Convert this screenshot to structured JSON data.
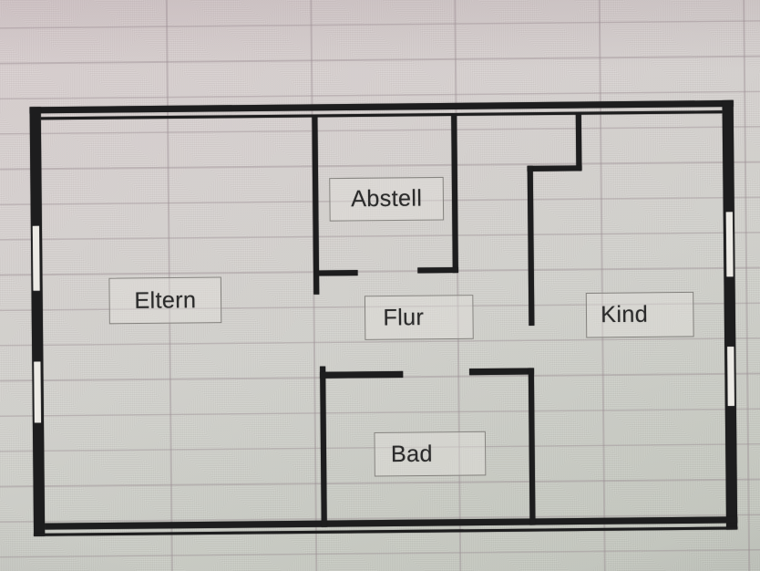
{
  "meta": {
    "description": "Photograph of a screen showing a simple floor plan drawn over a spreadsheet grid"
  },
  "colors": {
    "wall": "#1d1d1e",
    "grid_line": "rgba(150,136,142,0.42)",
    "label_border": "#85837f",
    "label_fill": "rgba(226,224,219,0.45)",
    "label_text": "#2b2b2b"
  },
  "rooms": [
    {
      "id": "eltern",
      "label": "Eltern"
    },
    {
      "id": "abstell",
      "label": "Abstell"
    },
    {
      "id": "flur",
      "label": "Flur"
    },
    {
      "id": "kind",
      "label": "Kind"
    },
    {
      "id": "bad",
      "label": "Bad"
    }
  ]
}
